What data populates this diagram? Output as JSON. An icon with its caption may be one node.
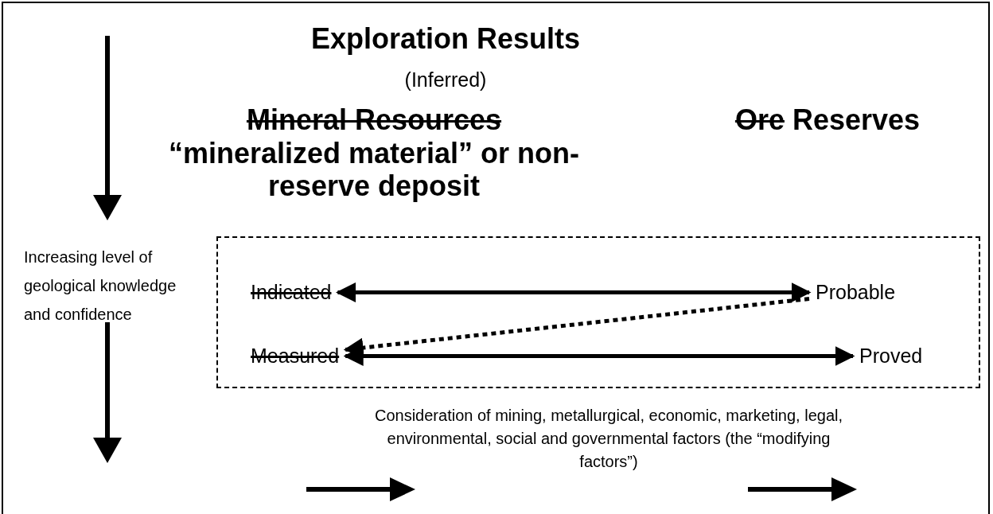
{
  "diagram": {
    "nodes": [
      {
        "text": [],
        "shape": "box"
      },
      {
        "text": [
          "Indicated"
        ],
        "in": 0
      },
      {
        "text": [
          "Probable"
        ],
        "in": 0
      },
      {
        "text": [
          "Measured"
        ],
        "in": 0
      },
      {
        "text": [
          "Proved"
        ],
        "in": 0
      }
    ],
    "edges": [
      {
        "from": 1,
        "to": 2,
        "arrow": "both"
      },
      {
        "from": 2,
        "to": 3,
        "arrow": "to",
        "style": "dashed"
      },
      {
        "from": 3,
        "to": 4,
        "arrow": "both"
      }
    ],
    "labels": [
      "Exploration Results",
      "(Inferred)",
      "Mineral Resources",
      "“mineralized material” or non-reserve deposit",
      "Ore Reserves",
      "Increasing level of geological knowledge and confidence",
      "Consideration of mining, metallurgical, economic, marketing, legal, environmental, social and governmental factors (the “modifying factors”)"
    ]
  }
}
